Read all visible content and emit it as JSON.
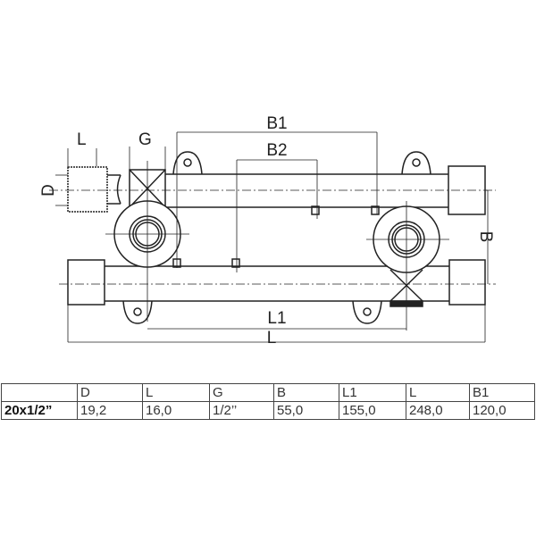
{
  "drawing": {
    "labels": {
      "L": "L",
      "G": "G",
      "D": "D",
      "B1": "B1",
      "B2": "B2",
      "B": "B",
      "L1": "L1",
      "L_total": "L"
    }
  },
  "table": {
    "headers": [
      "",
      "D",
      "L",
      "G",
      "B",
      "L1",
      "L",
      "B1"
    ],
    "rows": [
      [
        "20x1/2”",
        "19,2",
        "16,0",
        "1/2’’",
        "55,0",
        "155,0",
        "248,0",
        "120,0"
      ]
    ]
  }
}
